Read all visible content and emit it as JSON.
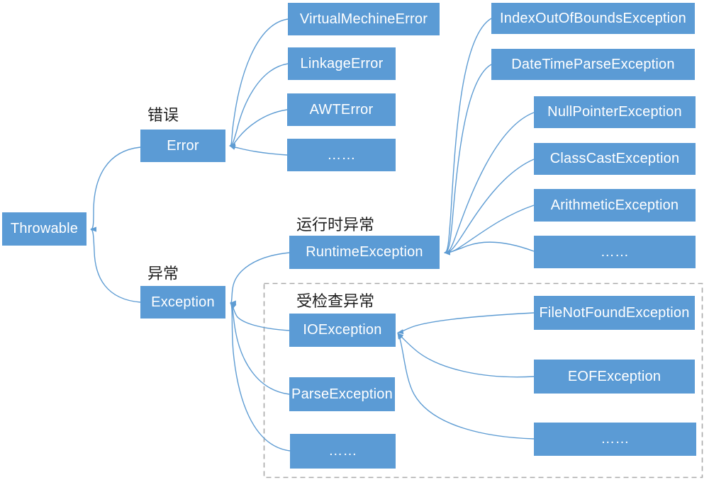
{
  "boxes": {
    "throwable": "Throwable",
    "error": "Error",
    "virtual_mechine_error": "VirtualMechineError",
    "linkage_error": "LinkageError",
    "awt_error": "AWTError",
    "error_more": "……",
    "index_out_of_bounds_exception": "IndexOutOfBoundsException",
    "date_time_parse_exception": "DateTimeParseException",
    "null_pointer_exception": "NullPointerException",
    "class_cast_exception": "ClassCastException",
    "arithmetic_exception": "ArithmeticException",
    "runtime_more": "……",
    "runtime_exception": "RuntimeException",
    "exception": "Exception",
    "io_exception": "IOException",
    "parse_exception": "ParseException",
    "checked_more": "……",
    "file_not_found_exception": "FileNotFoundException",
    "eof_exception": "EOFException",
    "io_more": "……"
  },
  "annotations": {
    "error": "错误",
    "exception": "异常",
    "runtime": "运行时异常",
    "checked": "受检查异常"
  },
  "colors": {
    "node_fill": "#5B9BD5",
    "node_text": "#FFFFFF",
    "connector": "#5E9CD3",
    "dashed_border": "#A9A9A9",
    "annotation_text": "#1F1F1F",
    "background": "#FFFFFF"
  }
}
